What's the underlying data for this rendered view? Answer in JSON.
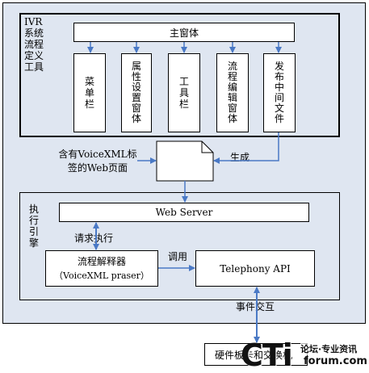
{
  "tools_panel": {
    "title_lines": [
      "IVR",
      "系统",
      "流程",
      "定义",
      "工具"
    ],
    "main_window": "主窗体",
    "modules": [
      {
        "chars": [
          "菜",
          "单",
          "栏"
        ]
      },
      {
        "chars": [
          "属",
          "性",
          "设",
          "置",
          "窗",
          "体"
        ]
      },
      {
        "chars": [
          "工",
          "具",
          "栏"
        ]
      },
      {
        "chars": [
          "流",
          "程",
          "编",
          "辑",
          "窗",
          "体"
        ]
      },
      {
        "chars": [
          "发",
          "布",
          "中",
          "间",
          "文",
          "件"
        ]
      }
    ]
  },
  "document": {
    "label_line1": "含有VoiceXML标",
    "label_line2": "签的Web页面",
    "generate_label": "生成"
  },
  "engine_panel": {
    "title_chars": [
      "执",
      "行",
      "引",
      "擎"
    ],
    "web_server": "Web Server",
    "request_label": "请求执行",
    "interpreter_line1": "流程解释器",
    "interpreter_line2": "（VoiceXML praser）",
    "call_label": "调用",
    "telephony_api": "Telephony API"
  },
  "event_label": "事件交互",
  "hardware_label": "硬件板卡和交换机",
  "watermark": {
    "logo": "CTi",
    "line1": "论坛·专业资讯",
    "line2": "forum.com"
  },
  "colors": {
    "panel_fill": "#dfe6f1",
    "arrow": "#4a79c5",
    "border": "#000000"
  }
}
